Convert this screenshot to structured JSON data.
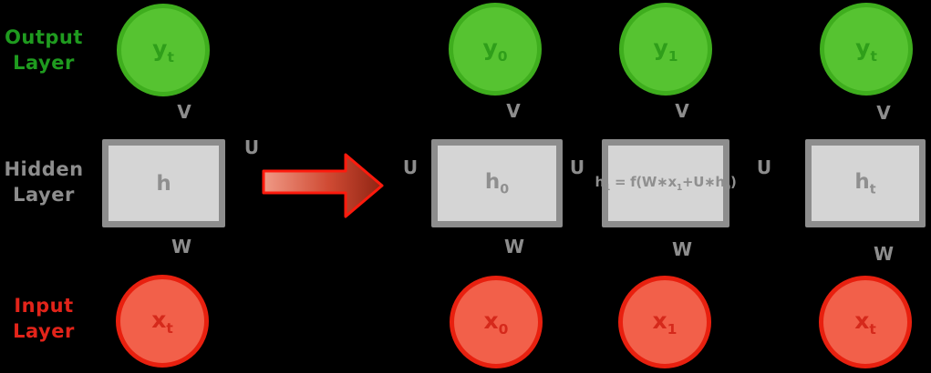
{
  "colors": {
    "background": "#000000",
    "output_fill": "#56c331",
    "output_border": "#3fae1e",
    "output_text": "#1f9b1f",
    "hidden_fill": "#d5d5d5",
    "hidden_border": "#8d8d8d",
    "label_gray": "#8d8d8d",
    "input_fill": "#f2604a",
    "input_border": "#e8200f",
    "input_text": "#e2241a",
    "arrow_outline": "#ff1a0d"
  },
  "layer_labels": {
    "output": [
      "Output",
      "Layer"
    ],
    "hidden": [
      "Hidden",
      "Layer"
    ],
    "input": [
      "Input",
      "Layer"
    ]
  },
  "folded": {
    "output_node": [
      {
        "t": "y"
      },
      {
        "s": "t"
      }
    ],
    "hidden_node": [
      {
        "t": "h"
      }
    ],
    "input_node": [
      {
        "t": "x"
      },
      {
        "s": "t"
      }
    ],
    "v_label": "V",
    "u_label": "U",
    "w_label": "W"
  },
  "unrolled": {
    "u_labels": [
      "U",
      "U",
      "U"
    ],
    "columns": [
      {
        "output_node": [
          {
            "t": "y"
          },
          {
            "s": "0"
          }
        ],
        "hidden_node": [
          {
            "t": "h"
          },
          {
            "s": "0"
          }
        ],
        "input_node": [
          {
            "t": "x"
          },
          {
            "s": "0"
          }
        ],
        "v_label": "V",
        "w_label": "W"
      },
      {
        "output_node": [
          {
            "t": "y"
          },
          {
            "s": "1"
          }
        ],
        "hidden_node": [
          {
            "t": "h"
          },
          {
            "s": "1"
          },
          {
            "t": " = f(W∗x"
          },
          {
            "s": "1"
          },
          {
            "t": "+U∗h"
          },
          {
            "s": "0"
          },
          {
            "t": ")"
          }
        ],
        "input_node": [
          {
            "t": "x"
          },
          {
            "s": "1"
          }
        ],
        "v_label": "V",
        "w_label": "W"
      },
      {
        "output_node": [
          {
            "t": "y"
          },
          {
            "s": "t"
          }
        ],
        "hidden_node": [
          {
            "t": "h"
          },
          {
            "s": "t"
          }
        ],
        "input_node": [
          {
            "t": "x"
          },
          {
            "s": "t"
          }
        ],
        "v_label": "V",
        "w_label": "W"
      }
    ]
  }
}
